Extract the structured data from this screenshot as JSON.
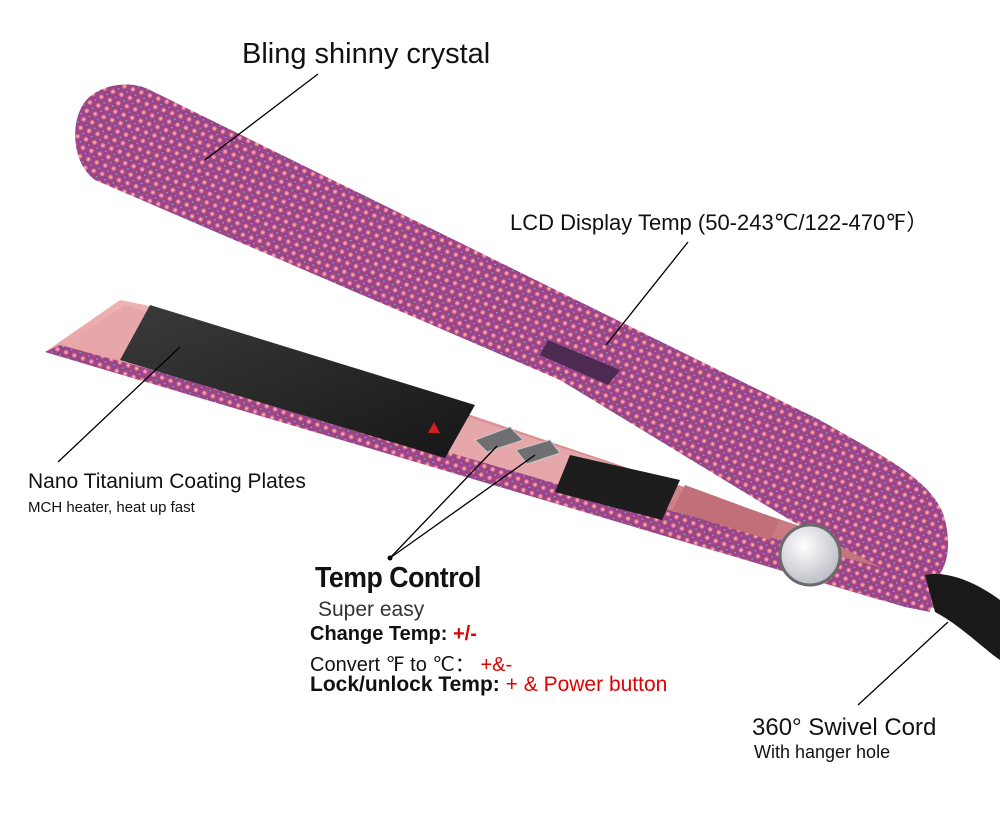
{
  "labels": {
    "bling": "Bling shinny crystal",
    "lcd": "LCD  Display Temp (50-243℃/122-470℉）",
    "nano_title": "Nano Titanium Coating Plates",
    "nano_sub": "MCH heater, heat up fast",
    "temp_control": "Temp Control",
    "super_easy": "Super easy",
    "change_temp_label": "Change Temp: ",
    "change_temp_value": "+/-",
    "convert_label": "Convert ℉ to ℃： ",
    "convert_value": "+&-",
    "lock_label": "Lock/unlock Temp: ",
    "lock_value": "+ & Power button",
    "swivel_title": "360°  Swivel  Cord",
    "swivel_sub": "With hanger hole"
  },
  "colors": {
    "crystal_pink": "#c4528c",
    "crystal_purple": "#7d3a8e",
    "plate_dark": "#2a2a2a",
    "body_rose": "#d98a8f",
    "accent_red": "#e00000"
  }
}
